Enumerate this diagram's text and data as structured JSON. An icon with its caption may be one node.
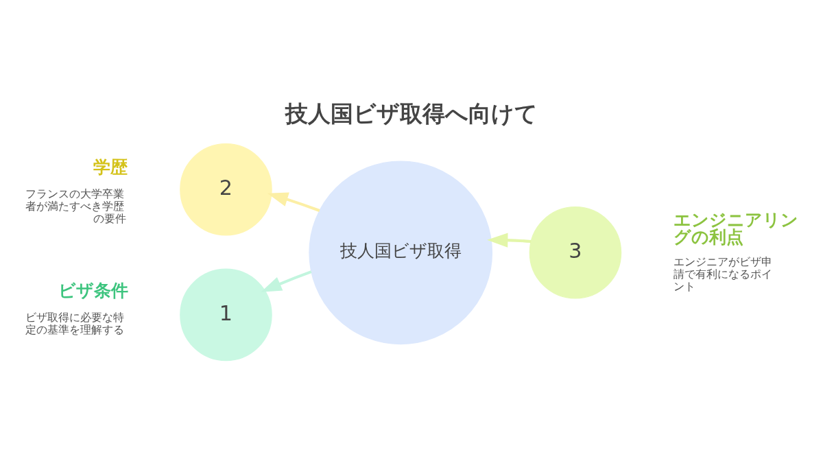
{
  "diagram": {
    "title": "技人国ビザ取得へ向けて",
    "nodes": [
      {
        "text": [
          "2"
        ],
        "beside": [
          "学歴",
          "フランスの大学卒業者が満たすべき学歴の要件"
        ]
      },
      {
        "text": [
          "1"
        ],
        "beside": [
          "ビザ条件",
          "ビザ取得に必要な特定の基準を理解する"
        ]
      },
      {
        "text": [
          "技人国ビザ取得"
        ]
      },
      {
        "text": [
          "3"
        ],
        "beside": [
          "エンジニアリングの利点",
          "エンジニアがビザ申請で有利になるポイント"
        ]
      }
    ],
    "edges": [
      {
        "from": 2,
        "to": 0,
        "arrow": "to",
        "color": "#fcefa5"
      },
      {
        "from": 2,
        "to": 1,
        "arrow": "to",
        "color": "#c2f5de"
      },
      {
        "from": 3,
        "to": 2,
        "arrow": "to",
        "color": "#e3f6a9"
      }
    ]
  }
}
